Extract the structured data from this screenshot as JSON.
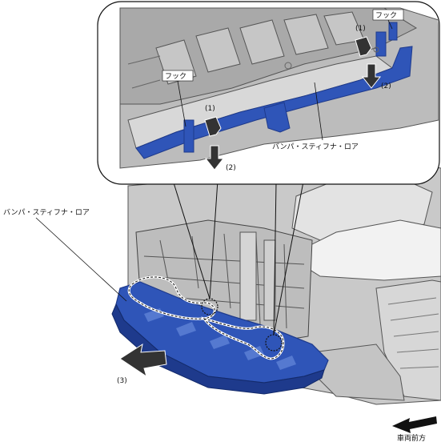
{
  "labels": {
    "hook_left": "フック",
    "hook_right": "フック",
    "step1_left": "(1)",
    "step2_left": "(2)",
    "step1_right": "(1)",
    "step2_right": "(2)",
    "step3": "(3)",
    "part_name_inset": "バンパ・スティフナ・ロア",
    "part_name_main": "バンパ・スティフナ・ロア",
    "vehicle_front": "車両前方"
  },
  "colors": {
    "part_blue": "#2f55b8",
    "part_blue_dark": "#1e3a8c",
    "metal_light": "#d9d9d9",
    "metal_mid": "#b3b3b3",
    "metal_dark": "#7d7d7d",
    "arrow_fill": "#333333",
    "outline": "#111111"
  },
  "icons": {
    "removal_arrow": "bold-down-arrow",
    "direction_arrow": "bold-left-arrow",
    "hook_marker": "dashed-circle"
  }
}
